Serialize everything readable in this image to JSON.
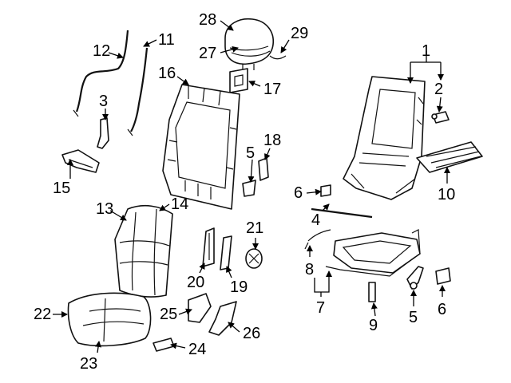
{
  "diagram": {
    "callouts": [
      {
        "id": "c1",
        "text": "1"
      },
      {
        "id": "c2",
        "text": "2"
      },
      {
        "id": "c3",
        "text": "3"
      },
      {
        "id": "c4",
        "text": "4"
      },
      {
        "id": "c5a",
        "text": "5"
      },
      {
        "id": "c5b",
        "text": "5"
      },
      {
        "id": "c6a",
        "text": "6"
      },
      {
        "id": "c6b",
        "text": "6"
      },
      {
        "id": "c7",
        "text": "7"
      },
      {
        "id": "c8",
        "text": "8"
      },
      {
        "id": "c9",
        "text": "9"
      },
      {
        "id": "c10",
        "text": "10"
      },
      {
        "id": "c11",
        "text": "11"
      },
      {
        "id": "c12",
        "text": "12"
      },
      {
        "id": "c13",
        "text": "13"
      },
      {
        "id": "c14",
        "text": "14"
      },
      {
        "id": "c15",
        "text": "15"
      },
      {
        "id": "c16",
        "text": "16"
      },
      {
        "id": "c17",
        "text": "17"
      },
      {
        "id": "c18",
        "text": "18"
      },
      {
        "id": "c19",
        "text": "19"
      },
      {
        "id": "c20",
        "text": "20"
      },
      {
        "id": "c21",
        "text": "21"
      },
      {
        "id": "c22",
        "text": "22"
      },
      {
        "id": "c23",
        "text": "23"
      },
      {
        "id": "c24",
        "text": "24"
      },
      {
        "id": "c25",
        "text": "25"
      },
      {
        "id": "c26",
        "text": "26"
      },
      {
        "id": "c27",
        "text": "27"
      },
      {
        "id": "c28",
        "text": "28"
      },
      {
        "id": "c29",
        "text": "29"
      }
    ]
  }
}
